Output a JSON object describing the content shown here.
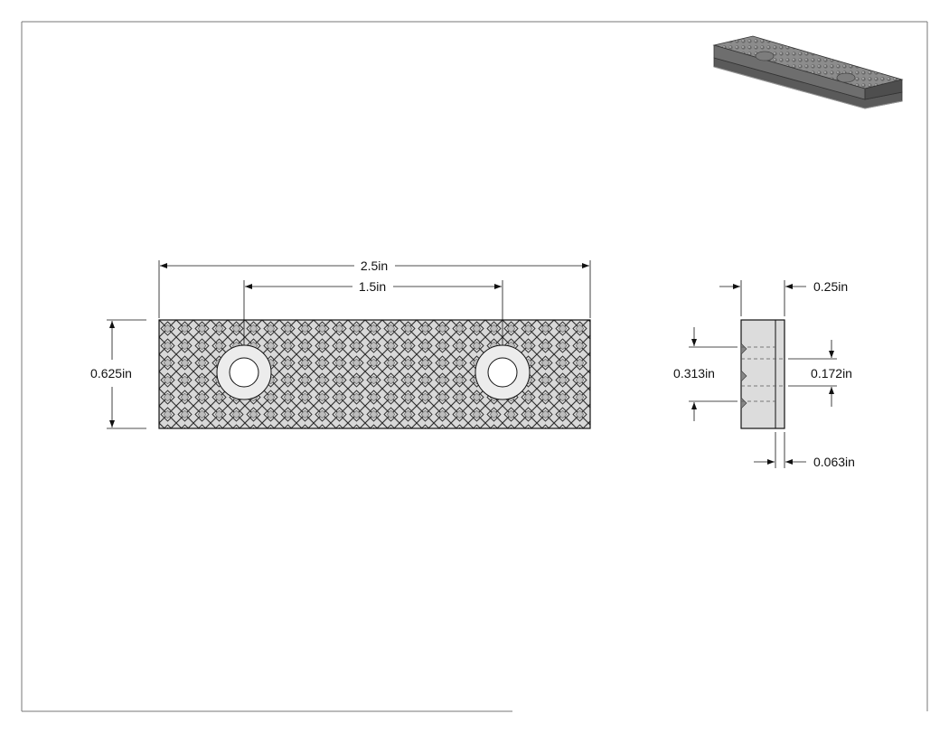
{
  "drawing": {
    "colors": {
      "line": "#111111",
      "part_fill": "#d8d8d8",
      "knurl_stroke": "#2a2a2a",
      "iso_top": "#8c8c8c",
      "iso_side": "#5e5e5e"
    },
    "front_view": {
      "width_in": 2.5,
      "height_in": 0.625,
      "hole_spacing_in": 1.5,
      "overall_width_label": "2.5in",
      "hole_spacing_label": "1.5in",
      "height_label": "0.625in"
    },
    "side_view": {
      "thickness_label": "0.25in",
      "hole_depth_label": "0.313in",
      "hole_diameter_label": "0.172in",
      "base_layer_label": "0.063in"
    }
  }
}
